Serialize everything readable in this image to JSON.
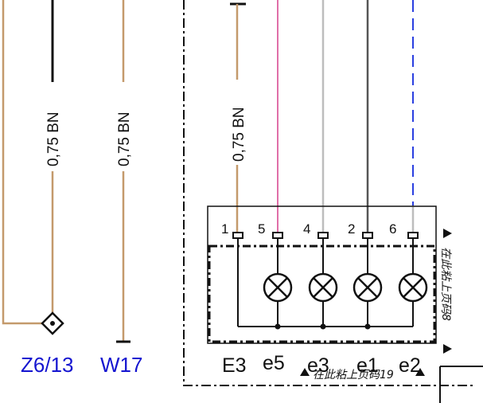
{
  "colors": {
    "wire_black": "#111111",
    "wire_brown": "#c49a6c",
    "wire_pink": "#e06fa8",
    "wire_grey": "#bdbdbd",
    "wire_dark_grey": "#555555",
    "wire_blue_dashed": "#2a3fe0",
    "connector_label": "#1515d0"
  },
  "wires": {
    "left_wire_label": "0,75 BN",
    "mid_wire_label": "0,75 BN",
    "right_wire_label": "0,75 BN"
  },
  "connectors": {
    "left": "Z6/13",
    "mid": "W17"
  },
  "component": {
    "name": "E3",
    "pins": [
      "1",
      "5",
      "4",
      "2",
      "6"
    ],
    "lamp_labels": [
      "e5",
      "e3",
      "e1",
      "e2"
    ]
  },
  "notes": {
    "bottom": "在此粘上页码19",
    "right": "在此粘上页码8"
  }
}
